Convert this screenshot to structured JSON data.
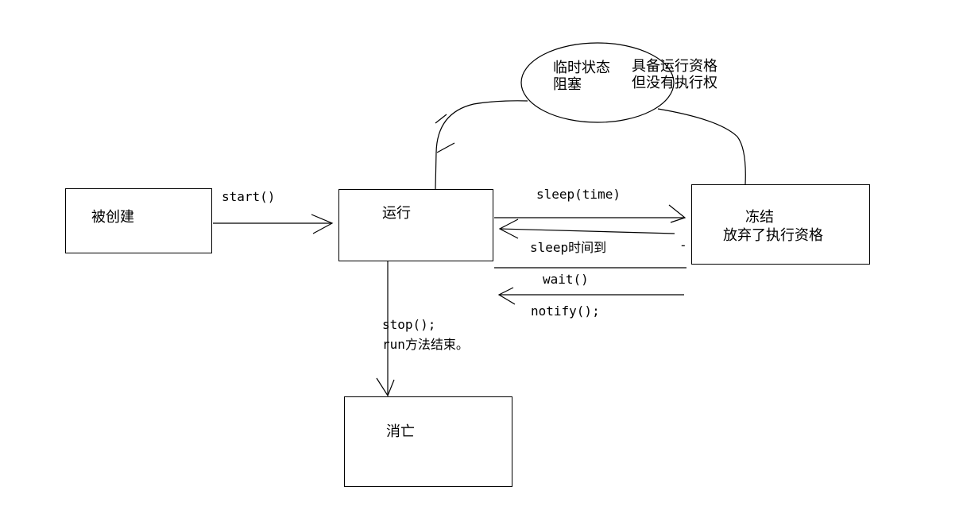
{
  "states": {
    "created": "被创建",
    "running": "运行",
    "frozen_title": "冻结",
    "frozen_desc": "放弃了执行资格",
    "dead": "消亡"
  },
  "blocked": {
    "line1_left": "临时状态",
    "line2_left": "阻塞",
    "line1_right": "具备运行资格",
    "line2_right": "但没有执行权"
  },
  "transitions": {
    "start": "start()",
    "sleep": "sleep(time)",
    "sleep_end": "sleep时间到",
    "wait": "wait()",
    "notify": "notify();",
    "stop": "stop();",
    "run_end": "run方法结束。",
    "stray_mark": "-"
  }
}
